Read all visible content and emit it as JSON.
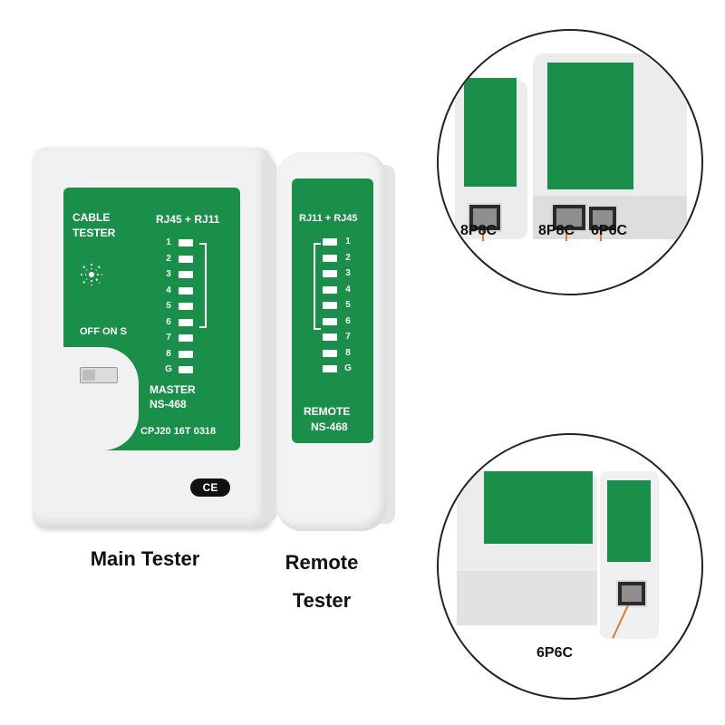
{
  "main_tester": {
    "panel_title_line1": "CABLE",
    "panel_title_line2": "TESTER",
    "port_label": "RJ45 + RJ11",
    "led_numbers": [
      "1",
      "2",
      "3",
      "4",
      "5",
      "6",
      "7",
      "8",
      "G"
    ],
    "switch_label": "OFF ON S",
    "model_line1": "MASTER",
    "model_line2": "NS-468",
    "serial": "CPJ20 16T 0318",
    "ce_mark": "CE",
    "caption": "Main Tester"
  },
  "remote_tester": {
    "port_label": "RJ11 + RJ45",
    "led_numbers": [
      "1",
      "2",
      "3",
      "4",
      "5",
      "6",
      "7",
      "8",
      "G"
    ],
    "model_line1": "REMOTE",
    "model_line2": "NS-468",
    "caption_line1": "Remote",
    "caption_line2": "Tester"
  },
  "top_detail": {
    "port_labels": [
      "8P8C",
      "8P8C",
      "6P6C"
    ]
  },
  "bottom_detail": {
    "port_label": "6P6C"
  },
  "colors": {
    "panel_green": "#1a8f4a",
    "body_white": "#f3f3f3",
    "callout_orange": "#e07a2a"
  }
}
